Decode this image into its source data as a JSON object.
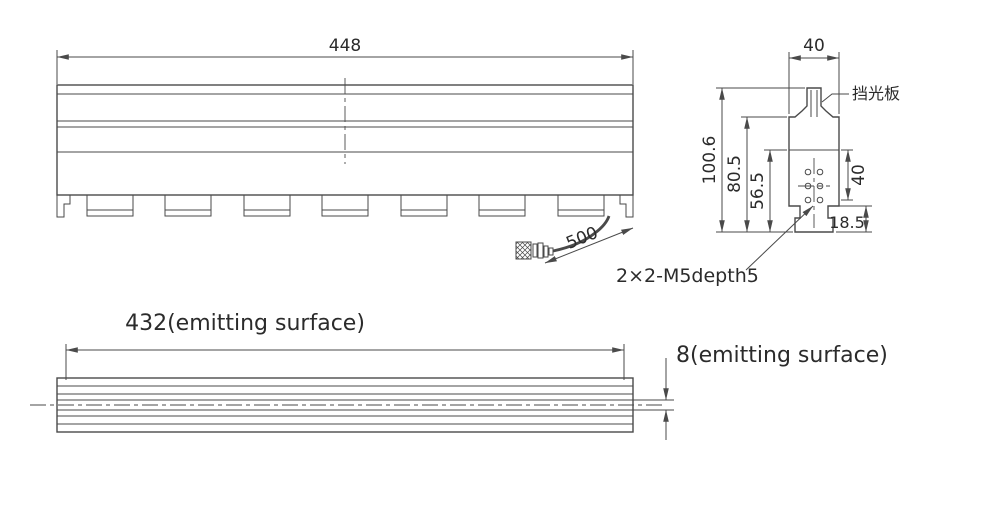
{
  "drawing": {
    "front_view": {
      "overall_width_dim": "448",
      "cable_length_dim": "500",
      "thread_note": "2×2-M5depth5"
    },
    "side_view": {
      "width_dim": "40",
      "baffle_label": "挡光板",
      "total_height_dim": "100.6",
      "upper_height_dim": "80.5",
      "lower_height_dim": "56.5",
      "hole_span_dim": "40",
      "bottom_step_dim": "18.5"
    },
    "bottom_view": {
      "emitting_length_dim": "432(emitting surface)",
      "emitting_width_dim": "8(emitting surface)"
    },
    "colors": {
      "line": "#4a4a4a",
      "text": "#2b2b2b",
      "background": "#ffffff"
    }
  }
}
